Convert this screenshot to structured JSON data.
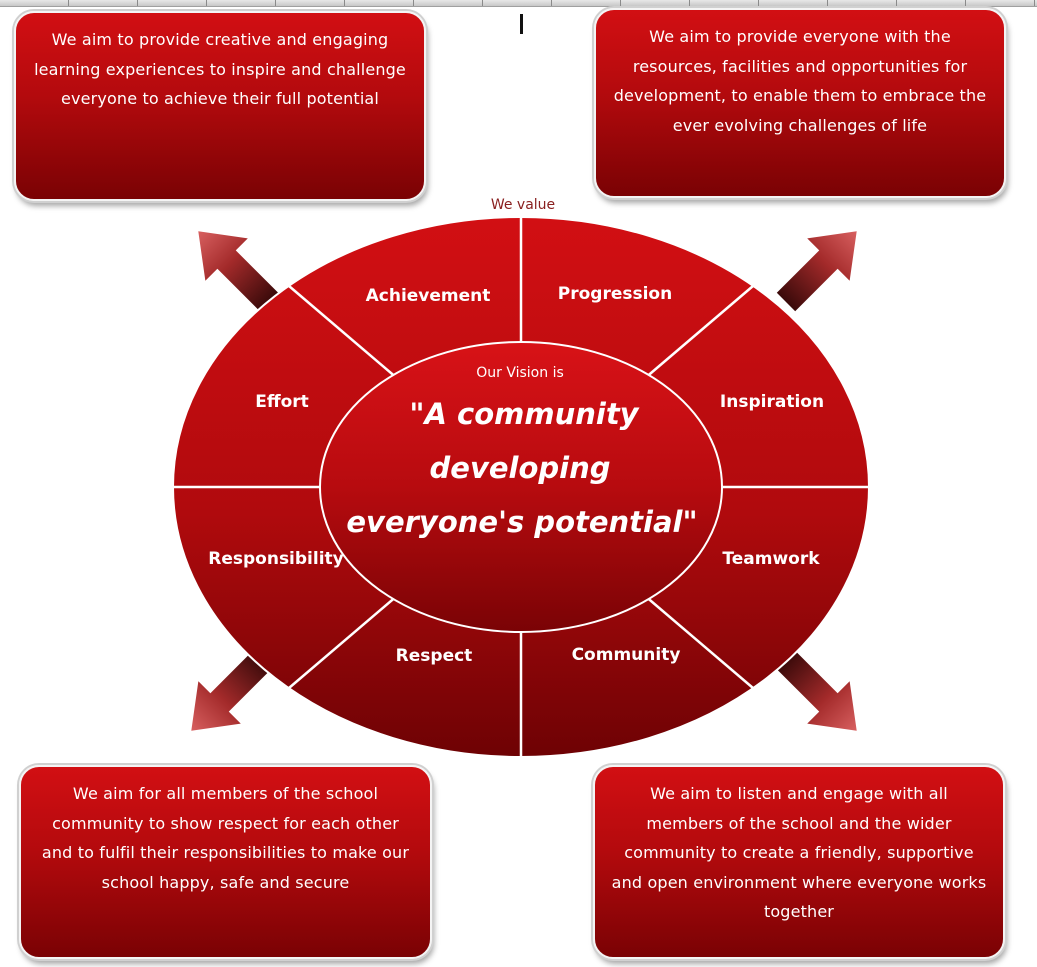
{
  "aims": {
    "top_left": "We aim to provide creative and engaging learning experiences to inspire and challenge everyone to achieve their full potential",
    "top_right": "We aim to provide everyone with the resources, facilities and opportunities for development, to enable them to embrace the ever evolving challenges of life",
    "bottom_left": "We aim for all members of the school community to show respect for each other and to fulfil their responsibilities to make our school  happy, safe and secure",
    "bottom_right": "We aim to listen and engage with all members of the school and the wider community to create a friendly, supportive and open environment where everyone works together"
  },
  "values": {
    "heading": "We value",
    "items": [
      "Achievement",
      "Progression",
      "Inspiration",
      "Teamwork",
      "Community",
      "Respect",
      "Responsibility",
      "Effort"
    ]
  },
  "vision": {
    "intro": "Our Vision is",
    "line1": "\"A community",
    "line2": "developing",
    "line3": "everyone's potential\""
  },
  "colors": {
    "primary_red": "#c00a0e",
    "dark_red": "#6e0204",
    "text": "#ffffff"
  }
}
